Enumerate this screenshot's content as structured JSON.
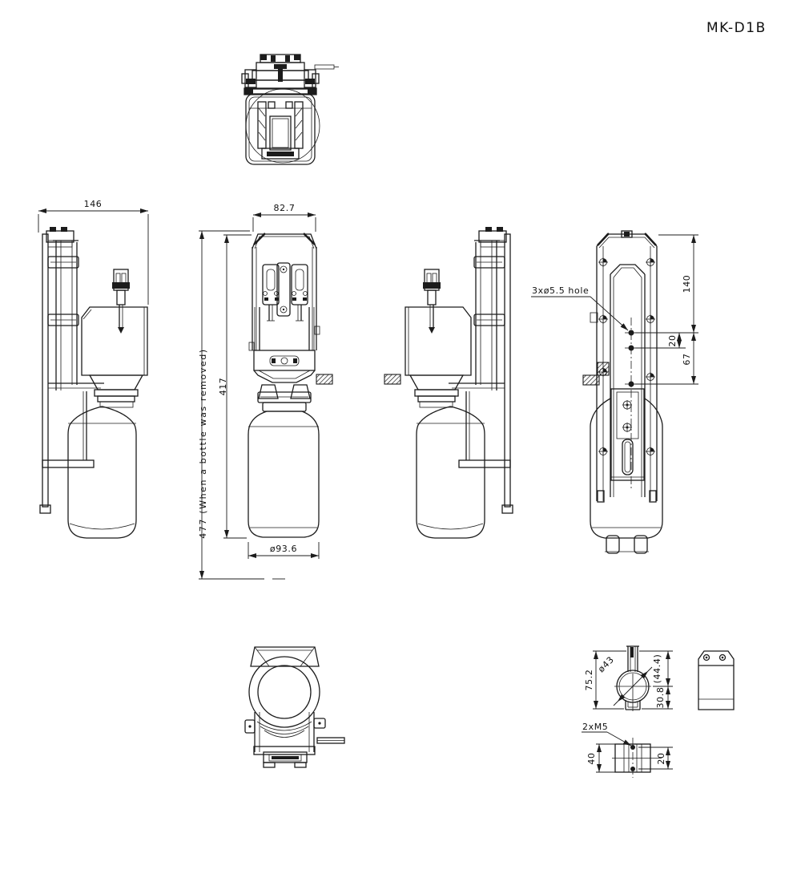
{
  "title": "MK-D1B",
  "dimensions": {
    "side": {
      "depth": "146"
    },
    "front": {
      "width": "82.7",
      "overall_height": "477 (When a bottle was removed)",
      "body_height": "417",
      "bottle_diameter": "ø93.6"
    },
    "back": {
      "mount_hole_callout": "3xø5.5 hole",
      "top_to_upper_hole": "140",
      "hole_pitch": "20",
      "upper_to_lower_hole": "67"
    },
    "clamp": {
      "height": "75.2",
      "bore_diameter": "ø43",
      "upper_offset": "(44.4)",
      "lower_offset": "30.8",
      "thread_callout": "2xM5",
      "block_width": "40",
      "thread_pitch": "20"
    }
  }
}
